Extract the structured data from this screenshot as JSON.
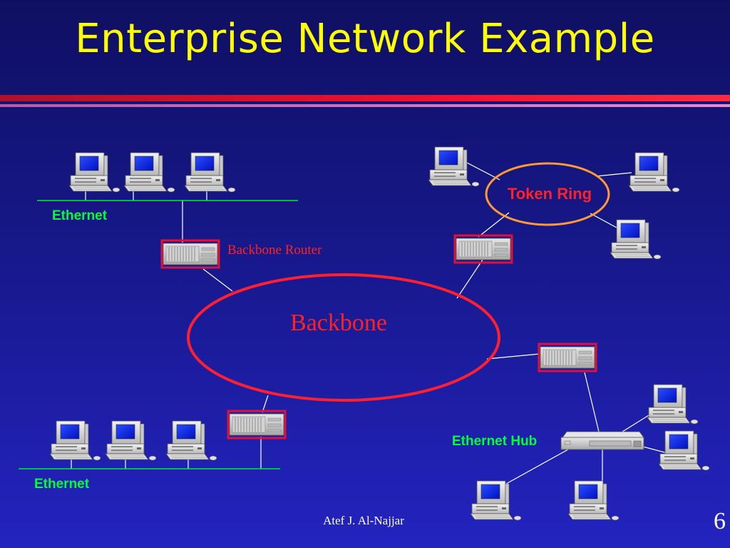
{
  "slide": {
    "title": "Enterprise Network Example",
    "footer_author": "Atef J. Al-Najjar",
    "page_number": "6"
  },
  "labels": {
    "ethernet_top": "Ethernet",
    "ethernet_bottom": "Ethernet",
    "backbone_router": "Backbone Router",
    "backbone": "Backbone",
    "token_ring": "Token Ring",
    "ethernet_hub": "Ethernet Hub"
  },
  "colors": {
    "title": "#ffff00",
    "ethernet_label": "#00ff33",
    "backbone_ring": "#ff1f2f",
    "token_ring": "#ff9933",
    "router_frame": "#e0103a"
  }
}
